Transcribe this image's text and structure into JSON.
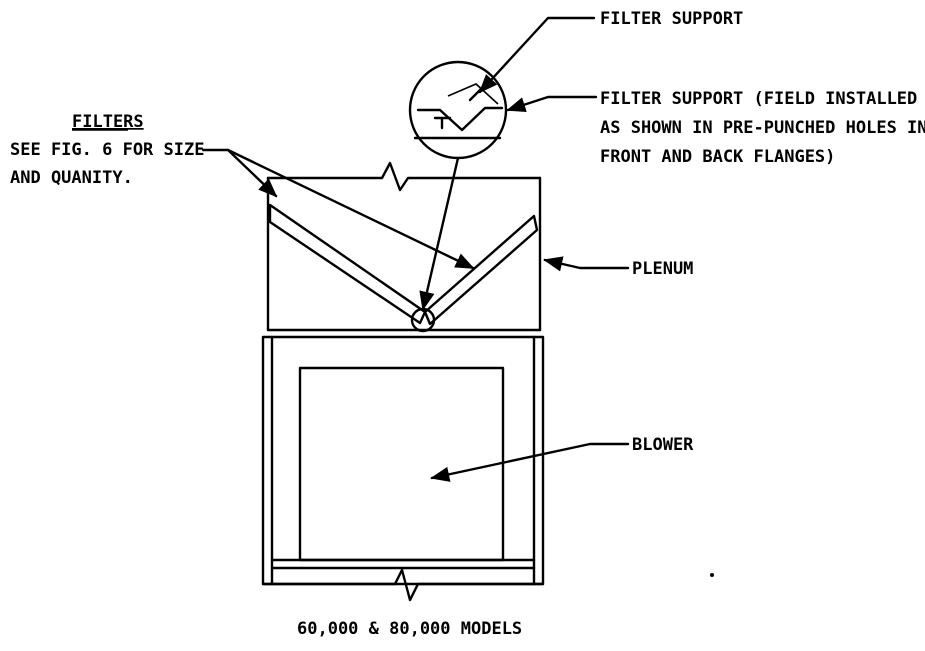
{
  "labels": {
    "filter_support_top": "FILTER SUPPORT",
    "filter_support_note": [
      "FILTER SUPPORT (FIELD INSTALLED",
      "AS SHOWN IN PRE-PUNCHED HOLES IN",
      "FRONT AND BACK FLANGES)"
    ],
    "filters_title": "FILTERS",
    "filters_note": [
      "SEE FIG. 6 FOR SIZE",
      "AND QUANITY."
    ],
    "plenum": "PLENUM",
    "blower": "BLOWER",
    "caption": "60,000 & 80,000 MODELS"
  }
}
